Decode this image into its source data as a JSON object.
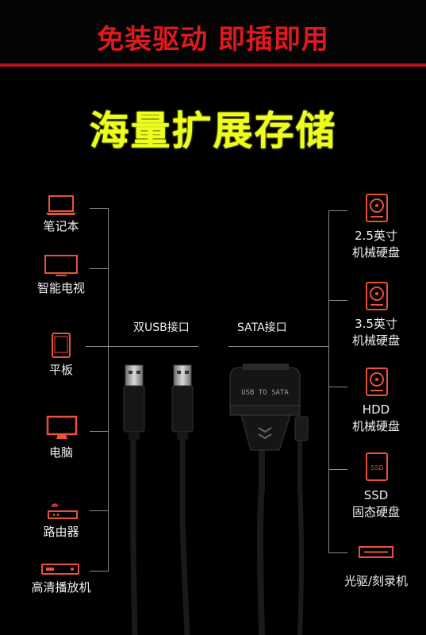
{
  "banner": {
    "slogan": "免装驱动 即插即用"
  },
  "headline": "海量扩展存储",
  "left_devices": [
    {
      "label": "笔记本",
      "icon": "laptop-icon"
    },
    {
      "label": "智能电视",
      "icon": "tv-icon"
    },
    {
      "label": "平板",
      "icon": "tablet-icon"
    },
    {
      "label": "电脑",
      "icon": "monitor-icon"
    },
    {
      "label": "路由器",
      "icon": "router-icon"
    },
    {
      "label": "高清播放机",
      "icon": "media-player-icon"
    }
  ],
  "right_devices": [
    {
      "line1": "2.5英寸",
      "line2": "机械硬盘",
      "icon": "hdd-icon"
    },
    {
      "line1": "3.5英寸",
      "line2": "机械硬盘",
      "icon": "hdd-icon"
    },
    {
      "line1": "HDD",
      "line2": "机械硬盘",
      "icon": "hdd-icon"
    },
    {
      "line1": "SSD",
      "line2": "固态硬盘",
      "icon": "ssd-icon",
      "icon_text": "SSD"
    },
    {
      "line1": "光驱/刻录机",
      "icon": "optical-drive-icon"
    }
  ],
  "ports": {
    "left": "双USB接口",
    "right": "SATA接口"
  },
  "adapter_text": "USB TO SATA",
  "colors": {
    "slogan": "#e0191e",
    "headline": "#eeff1e",
    "icon": "#e8523a",
    "line": "#8a8a8a"
  }
}
